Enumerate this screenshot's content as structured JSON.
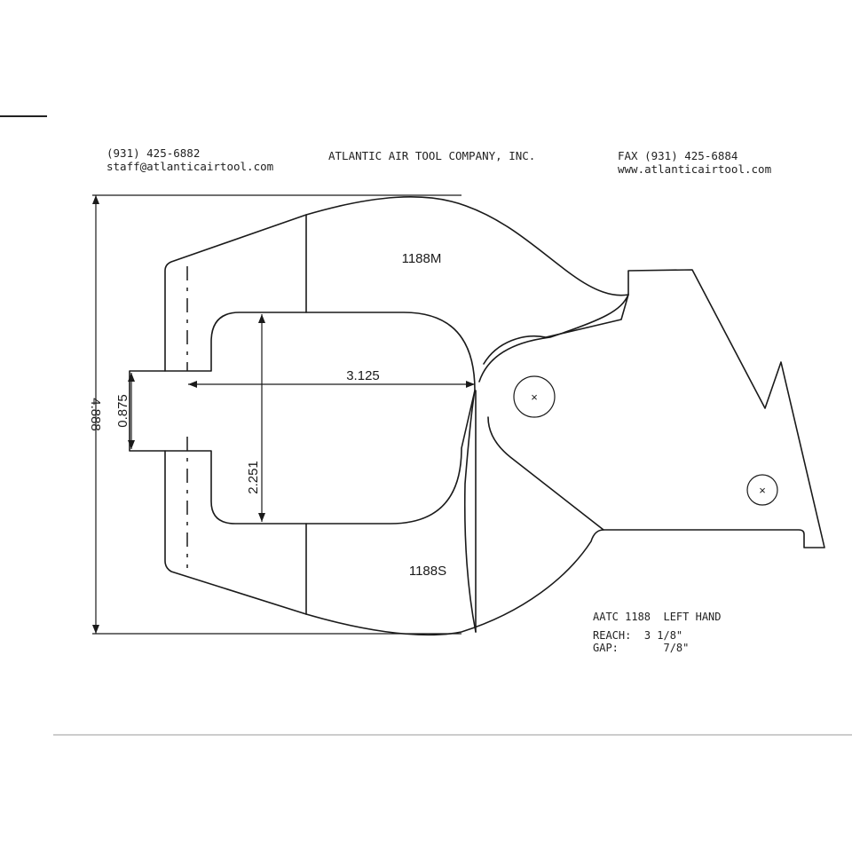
{
  "header": {
    "phone": "(931) 425-6882",
    "email": "staff@atlanticairtool.com",
    "company": "ATLANTIC AIR TOOL COMPANY, INC.",
    "fax": "FAX (931) 425-6884",
    "website": "www.atlanticairtool.com"
  },
  "drawing": {
    "part_upper": "1188M",
    "part_lower": "1188S",
    "dim_height": "4.888",
    "dim_gap": "0.875",
    "dim_reach": "3.125",
    "dim_throat": "2.251",
    "pin_mark": "×"
  },
  "notes": {
    "model": "AATC 1188",
    "hand": "LEFT HAND",
    "reach_label": "REACH:",
    "reach_value": "3 1/8\"",
    "gap_label": "GAP:",
    "gap_value": "7/8\""
  }
}
